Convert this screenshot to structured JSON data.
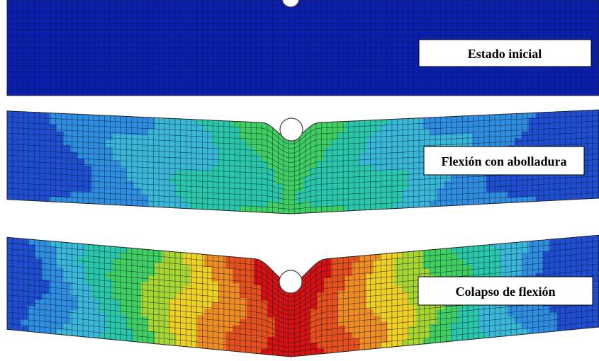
{
  "panels": [
    {
      "id": "initial",
      "label": "Estado inicial",
      "deflection": 0,
      "dent": 0
    },
    {
      "id": "dent",
      "label": "Flexión con abolladura",
      "deflection": 0.45,
      "dent": 0.6
    },
    {
      "id": "collapse",
      "label": "Colapso de flexión",
      "deflection": 1.0,
      "dent": 1.0
    }
  ],
  "colors": {
    "uniform": "#0a1fb0",
    "contour_scale": [
      "#1f4fd0",
      "#2f8ee0",
      "#3ab8d8",
      "#28c8a8",
      "#40d060",
      "#a8d830",
      "#f0d020",
      "#f08c20",
      "#e8501a",
      "#d81010"
    ]
  }
}
